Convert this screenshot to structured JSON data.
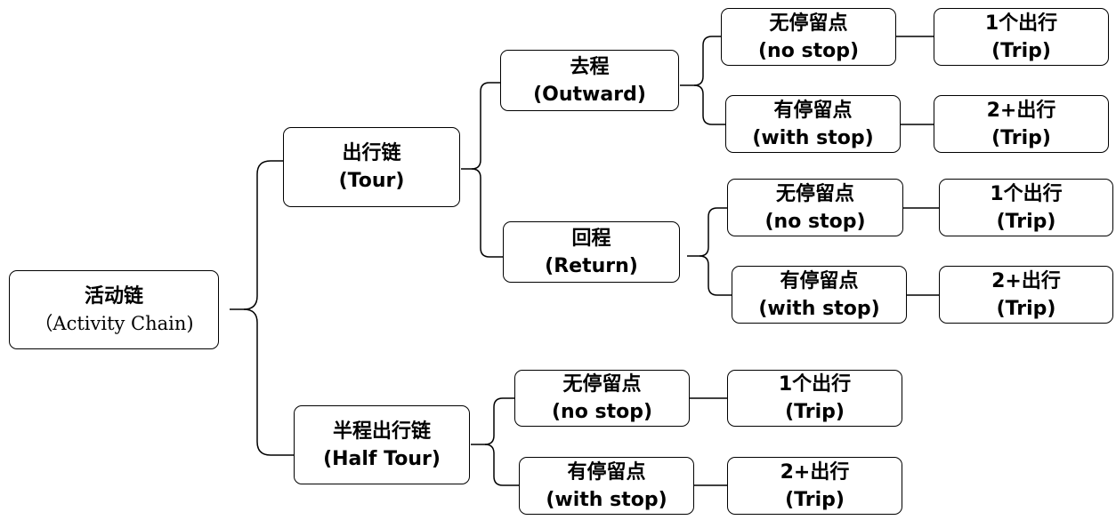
{
  "root": {
    "zh": "活动链",
    "en": "（Activity Chain)"
  },
  "tour": {
    "zh": "出行链",
    "en": "(Tour)"
  },
  "half_tour": {
    "zh": "半程出行链",
    "en": "(Half Tour)"
  },
  "outward": {
    "zh": "去程",
    "en": "(Outward)"
  },
  "return": {
    "zh": "回程",
    "en": "(Return)"
  },
  "no_stop": {
    "zh": "无停留点",
    "en": "(no stop)"
  },
  "with_stop": {
    "zh": "有停留点",
    "en": "(with stop)"
  },
  "trip_one": {
    "zh": "1个出行",
    "en": "(Trip)"
  },
  "trip_many": {
    "zh": "2+出行",
    "en": "(Trip)"
  }
}
